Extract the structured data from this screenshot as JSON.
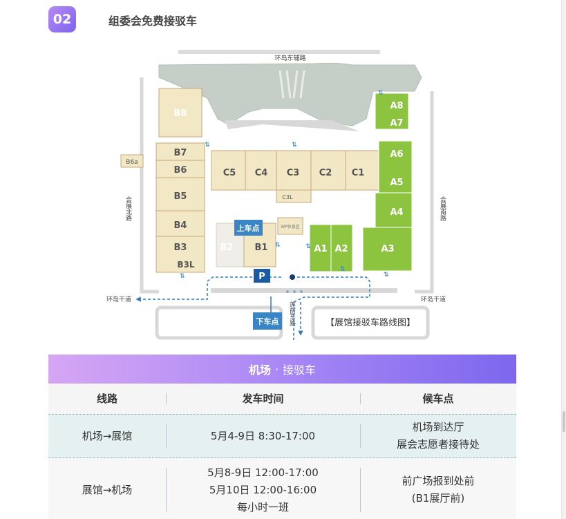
{
  "section": {
    "number": "02",
    "title": "组委会免费接驳车"
  },
  "map": {
    "road_top": "环岛东辅路",
    "road_left_vertical": "会展北路",
    "road_right_vertical": "会展南路",
    "road_bottom_left": "环岛干道",
    "road_bottom_right": "环岛干道",
    "road_bottom_center": "莲前东路",
    "halls_b": [
      "B8",
      "B7",
      "B6a",
      "B6",
      "B5",
      "B4",
      "B3",
      "B3L",
      "B2",
      "B1"
    ],
    "halls_c": [
      "C5",
      "C4",
      "C3",
      "C2",
      "C1",
      "C3L"
    ],
    "halls_a": [
      "A8",
      "A7",
      "A6",
      "A5",
      "A4",
      "A3",
      "A2",
      "A1"
    ],
    "vip_room": "WP休息区",
    "pickup_label": "上车点",
    "dropoff_label": "下车点",
    "parking_label": "P",
    "legend": "【展馆接驳车路线图】",
    "colors": {
      "b_c_halls": "#f3e8c6",
      "a_halls": "#8cc43f",
      "route": "#2b7bc0",
      "pickup": "#3a85c6"
    }
  },
  "table": {
    "title_main": "机场",
    "title_dot": "·",
    "title_sub": "接驳车",
    "headers": [
      "线路",
      "发车时间",
      "候车点"
    ],
    "rows": [
      {
        "route": "机场→展馆",
        "time": [
          "5月4-9日 8:30-17:00"
        ],
        "stop": [
          "机场到达厅",
          "展会志愿者接待处"
        ]
      },
      {
        "route": "展馆→机场",
        "time": [
          "5月8-9日 12:00-17:00",
          "5月10日 12:00-16:00",
          "每小时一班"
        ],
        "stop": [
          "前广场报到处前",
          "(B1展厅前)"
        ]
      }
    ]
  }
}
